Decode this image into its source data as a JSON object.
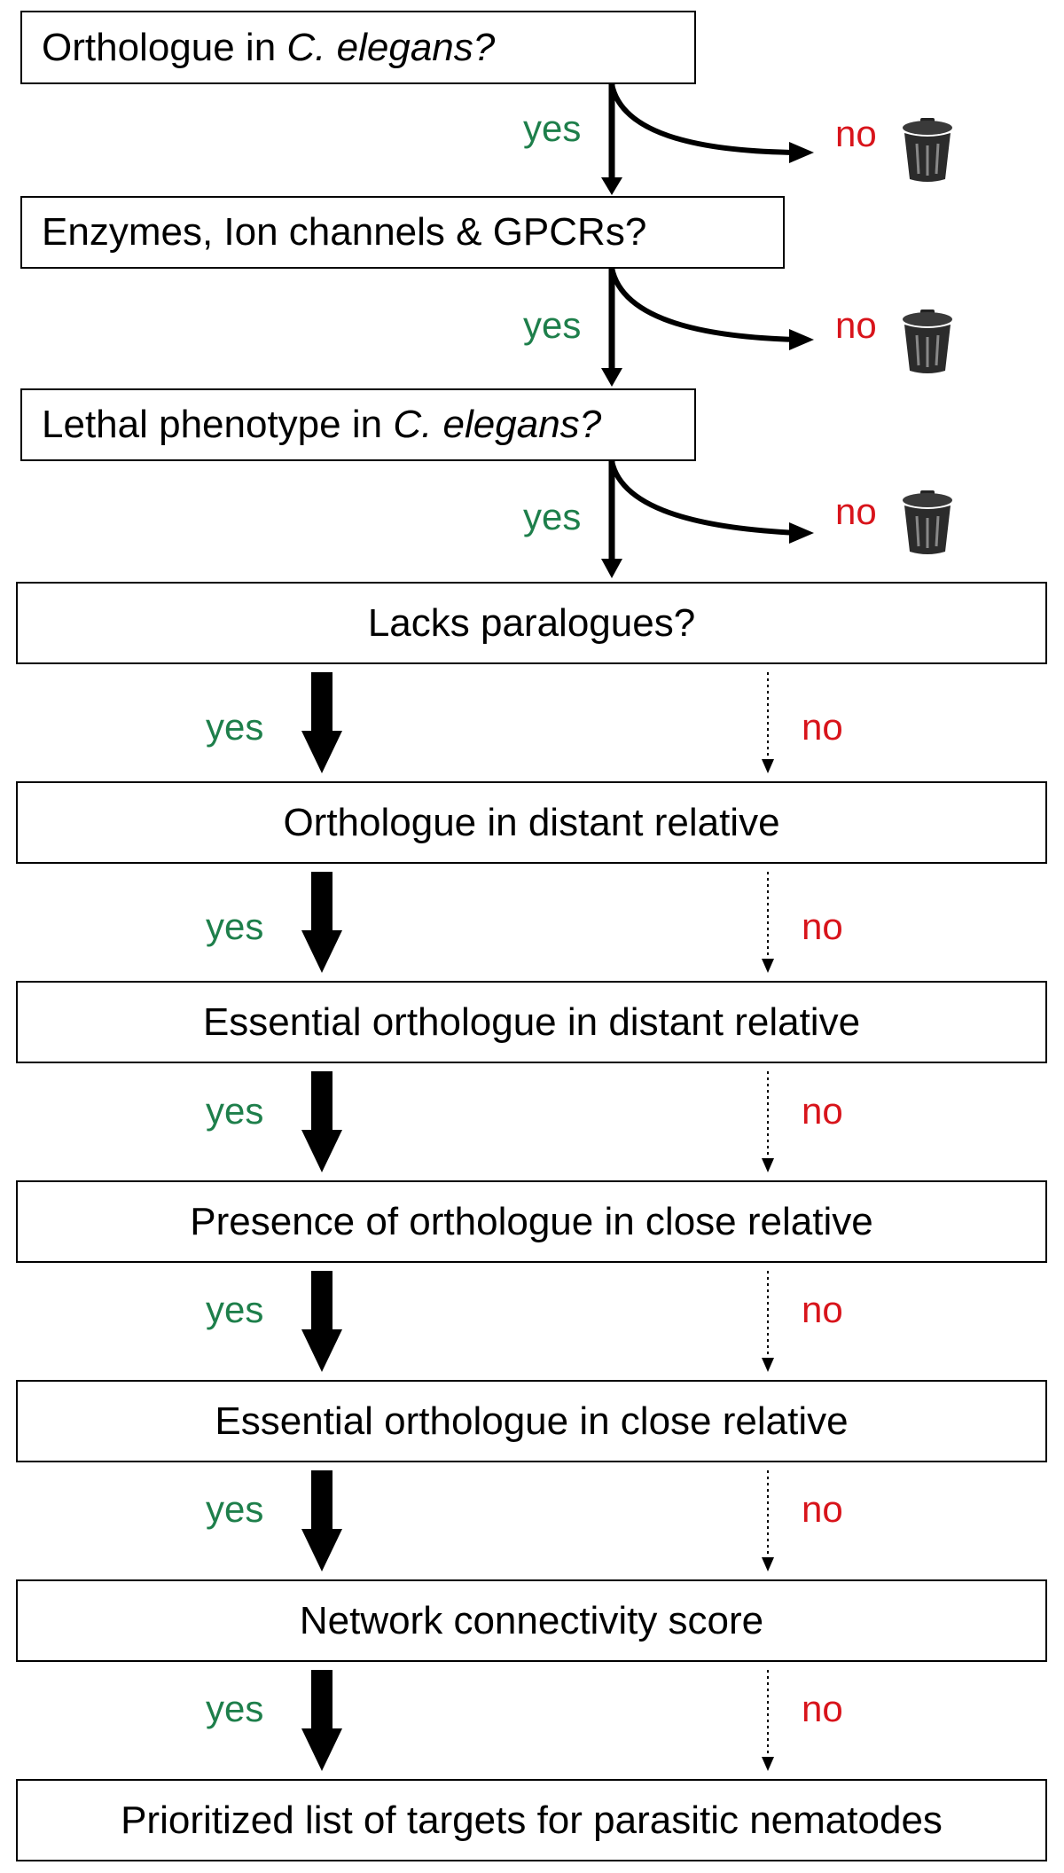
{
  "steps": [
    {
      "pre": "Orthologue in ",
      "italic": "C. elegans",
      "post": "?"
    },
    {
      "pre": "Enzymes, Ion channels & GPCRs?",
      "italic": "",
      "post": ""
    },
    {
      "pre": "Lethal phenotype in ",
      "italic": "C. elegans",
      "post": "?"
    },
    {
      "text": "Lacks paralogues?"
    },
    {
      "text": "Orthologue in distant relative"
    },
    {
      "text": "Essential orthologue in distant relative"
    },
    {
      "text": "Presence of orthologue in close relative"
    },
    {
      "text": "Essential orthologue in close relative"
    },
    {
      "text": "Network connectivity score"
    },
    {
      "text": "Prioritized list of targets for parasitic nematodes"
    }
  ],
  "labels": {
    "yes": "yes",
    "no": "no"
  },
  "colors": {
    "yes": "#1e7f4b",
    "no": "#d8141b",
    "line": "#000000",
    "trash": "#3a3a3a"
  },
  "icons": {
    "discard": "trash-can-icon"
  }
}
